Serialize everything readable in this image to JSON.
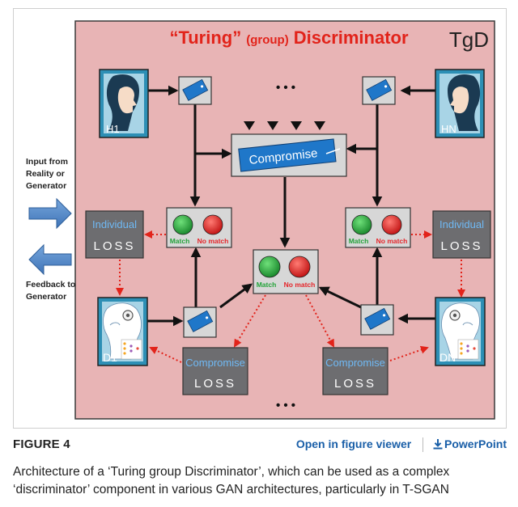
{
  "diagram": {
    "title_quoted": "“Turing”",
    "title_group": "(group)",
    "title_end": "Discriminator",
    "tag": "TgD",
    "ellipsis": "• • •",
    "human_left": "H1",
    "human_right": "HN",
    "disc_left": "D1",
    "disc_right": "DN",
    "compromise": "Compromise",
    "match": "Match",
    "no_match": "No match",
    "individual": "Individual",
    "loss": "LOSS",
    "compromise_loss_title": "Compromise",
    "input_line1": "Input from",
    "input_line2": "Reality or",
    "input_line3": "Generator",
    "feedback_line1": "Feedback to",
    "feedback_line2": "Generator",
    "colors": {
      "panel": "#e8b4b5",
      "title_red": "#e2231a",
      "accent_blue": "#1f77c9",
      "loss_box": "#6d6d70",
      "loss_text_blue": "#6fb9f5",
      "match_green": "#23a33a",
      "nomatch_red": "#e5252a"
    }
  },
  "figure": {
    "label": "FIGURE 4",
    "viewer_link": "Open in figure viewer",
    "ppt_link": "PowerPoint",
    "caption": "Architecture of a ‘Turing group Discriminator’, which can be used as a complex ‘discriminator’ component in various GAN architectures, particularly in T-SGAN"
  }
}
